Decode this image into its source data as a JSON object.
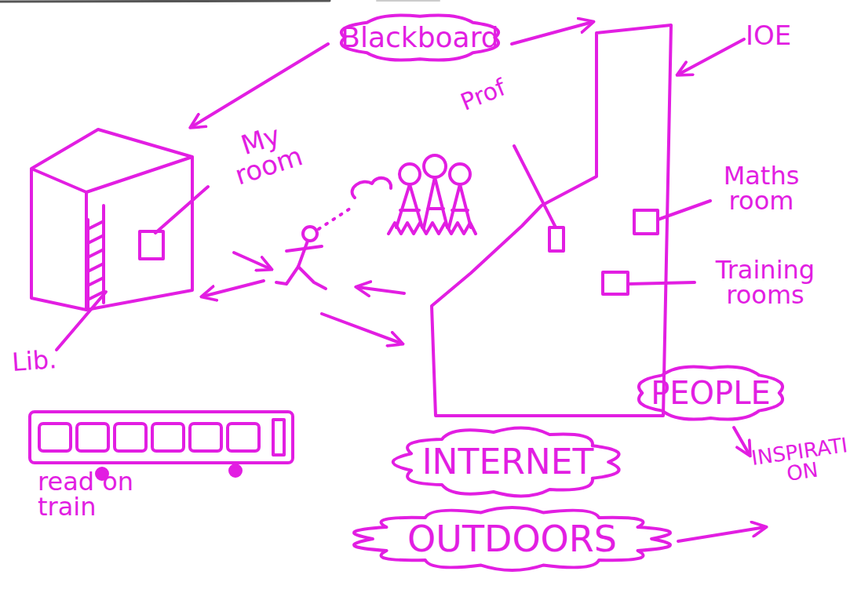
{
  "diagram": {
    "nodes": [
      {
        "text": [
          "Blackboard"
        ]
      },
      {
        "text": [
          "My room",
          "Lib."
        ]
      },
      {
        "text": [
          "IOE",
          "Prof",
          "Maths room",
          "Training rooms"
        ]
      },
      {
        "text": [
          "PEOPLE"
        ]
      },
      {
        "text": [
          "INTERNET"
        ]
      },
      {
        "text": [
          "OUTDOORS"
        ]
      }
    ],
    "edges": [
      {
        "from": 0,
        "to": 1,
        "arrow": "to"
      },
      {
        "from": 0,
        "to": 2,
        "arrow": "to"
      }
    ],
    "labels": [
      "read on train",
      "INSPIRATION"
    ]
  }
}
